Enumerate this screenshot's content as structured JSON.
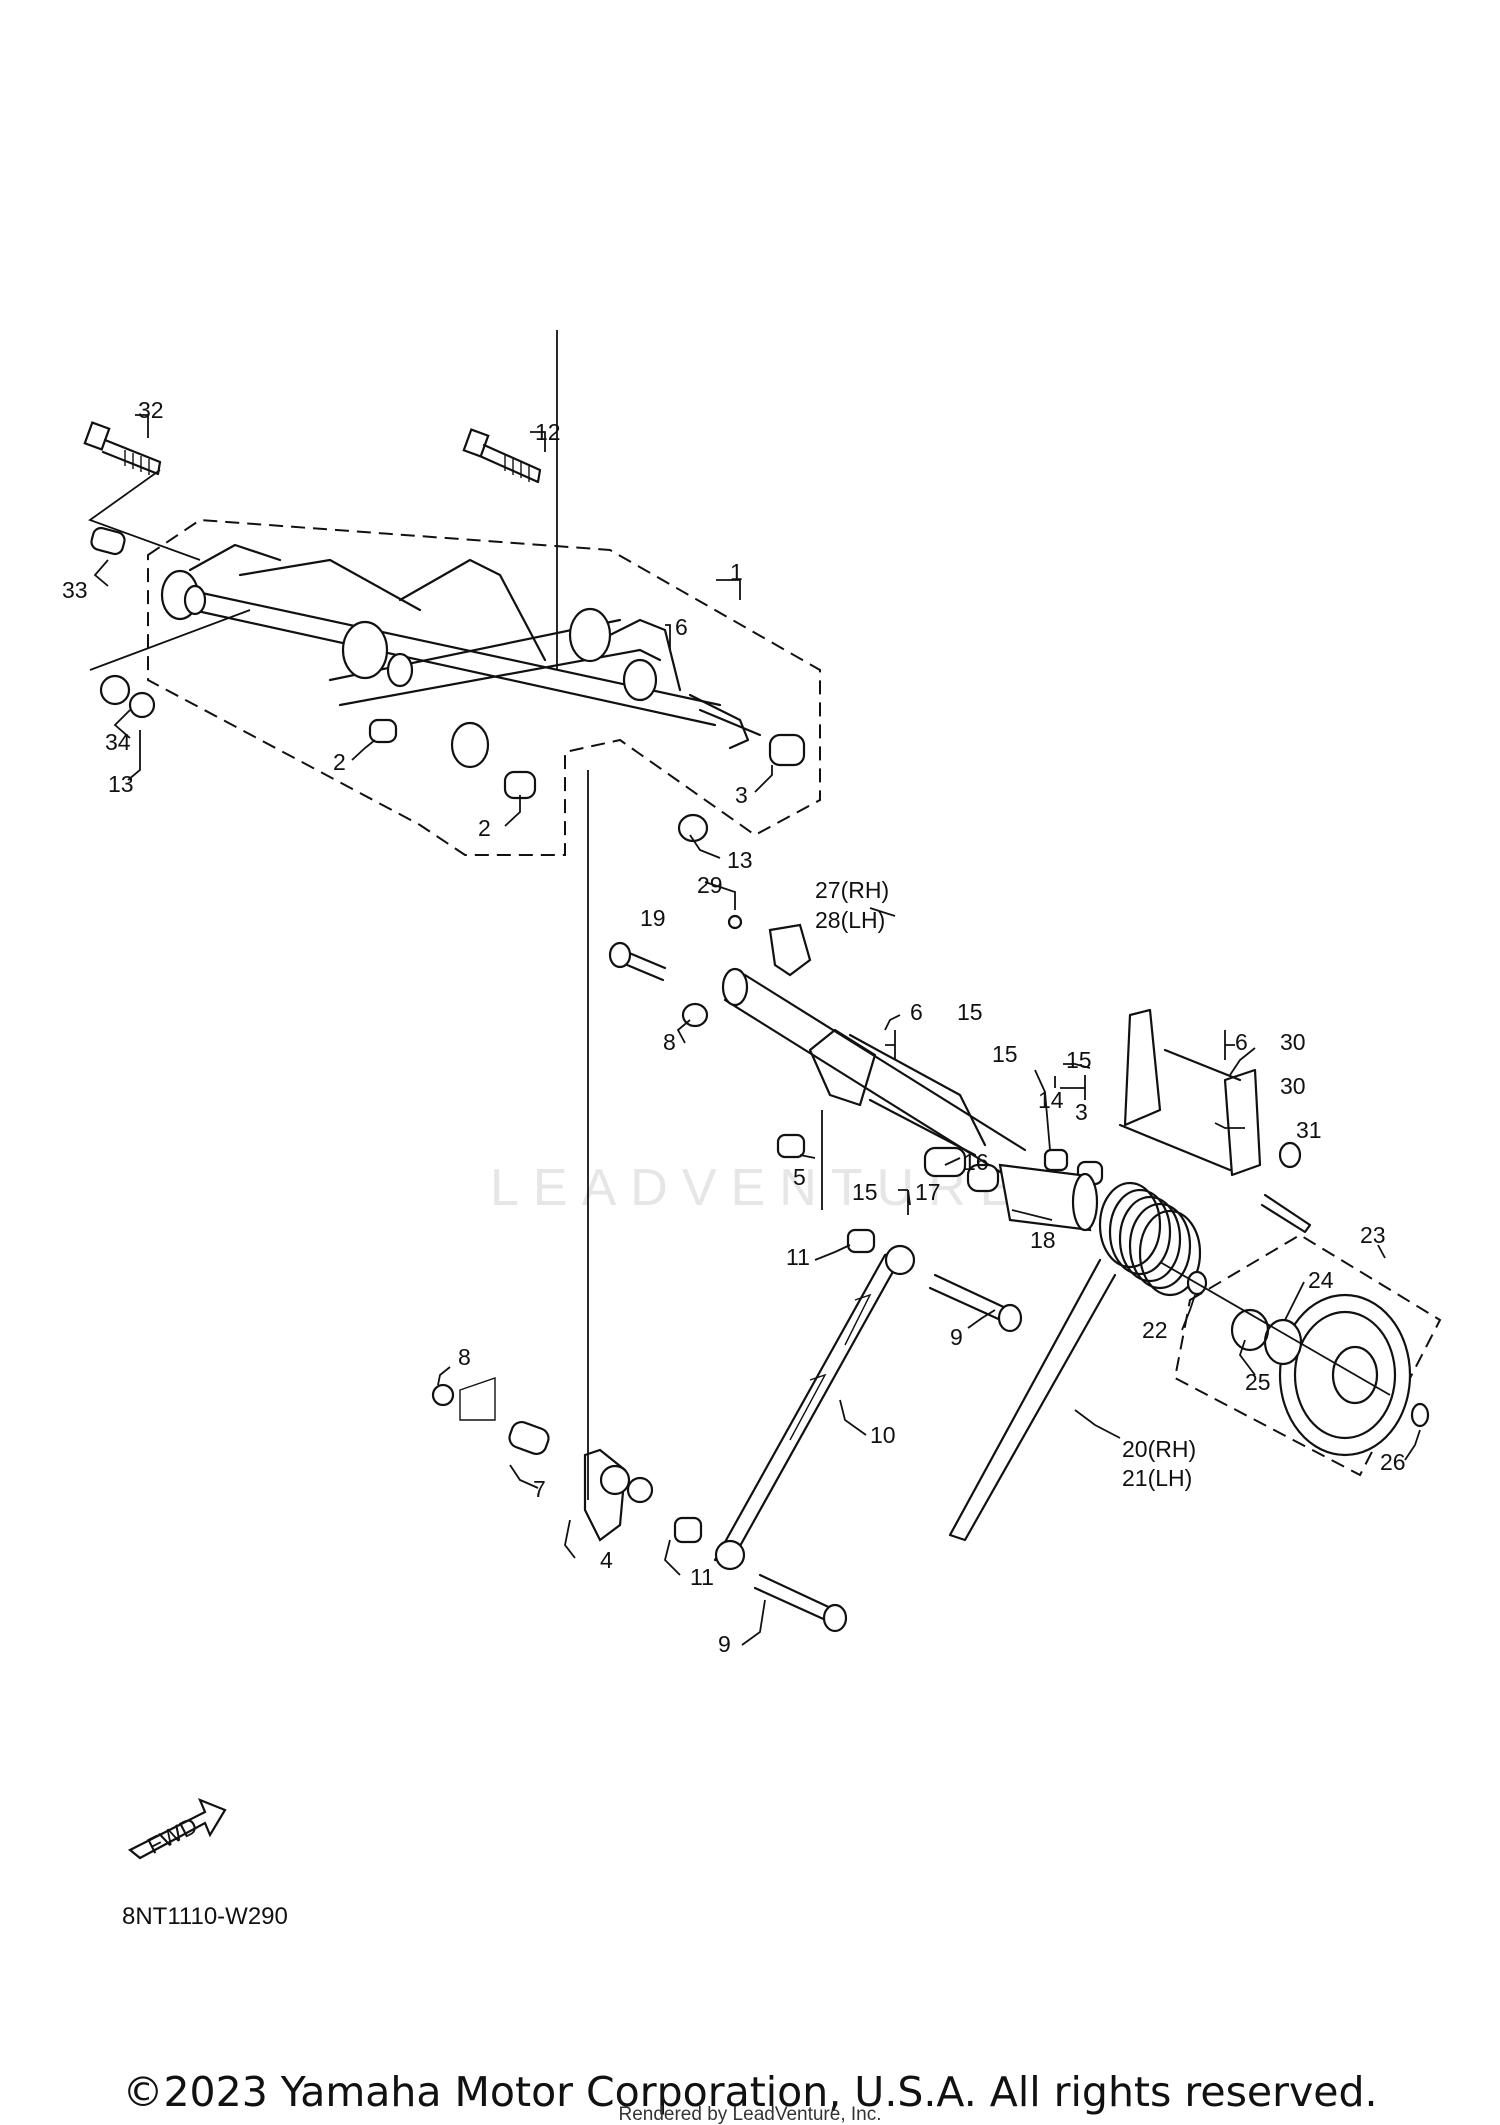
{
  "diagram": {
    "code": "8NT1110-W290",
    "fwd_label": "FWD",
    "watermark": "LEADVENTURE"
  },
  "callouts": {
    "c1": "1",
    "c2a": "2",
    "c2b": "2",
    "c3a": "3",
    "c3b": "3",
    "c4": "4",
    "c5": "5",
    "c6a": "6",
    "c6b": "6",
    "c6c": "6",
    "c7": "7",
    "c8a": "8",
    "c8b": "8",
    "c9a": "9",
    "c9b": "9",
    "c10": "10",
    "c11a": "11",
    "c11b": "11",
    "c12": "12",
    "c13a": "13",
    "c13b": "13",
    "c14": "14",
    "c15a": "15",
    "c15b": "15",
    "c15c": "15",
    "c15d": "15",
    "c16": "16",
    "c17": "17",
    "c18": "18",
    "c19": "19",
    "c20": "20(RH)",
    "c21": "21(LH)",
    "c22": "22",
    "c23": "23",
    "c24": "24",
    "c25": "25",
    "c26": "26",
    "c27": "27(RH)",
    "c28": "28(LH)",
    "c29": "29",
    "c30a": "30",
    "c30b": "30",
    "c31": "31",
    "c32": "32",
    "c33": "33",
    "c34": "34"
  },
  "footer": {
    "copyright": "©2023 Yamaha Motor Corporation, U.S.A. All rights reserved.",
    "rendered_by": "Rendered by LeadVenture, Inc."
  }
}
